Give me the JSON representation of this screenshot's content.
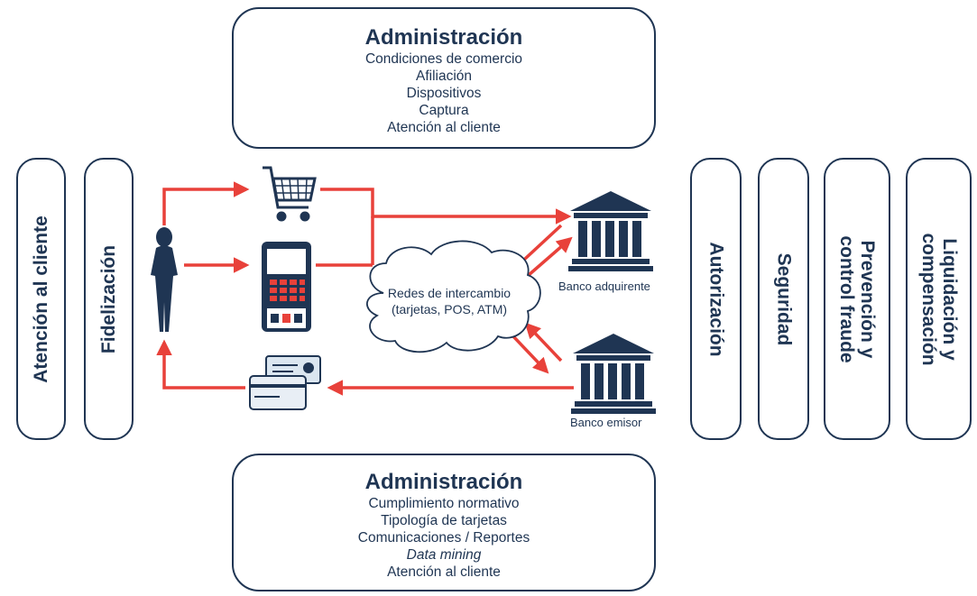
{
  "admin_top": {
    "title": "Administración",
    "items": [
      "Condiciones de comercio",
      "Afiliación",
      "Dispositivos",
      "Captura",
      "Atención al cliente"
    ]
  },
  "admin_bottom": {
    "title": "Administración",
    "items": [
      "Cumplimiento normativo",
      "Tipología de tarjetas",
      "Comunicaciones / Reportes",
      "Data mining",
      "Atención al cliente"
    ]
  },
  "left_pills": [
    "Atención al cliente",
    "Fidelización"
  ],
  "right_pills": {
    "autorizacion": "Autorización",
    "seguridad": "Seguridad",
    "prevencion_1": "Prevención y",
    "prevencion_2": "control fraude",
    "liquidacion_1": "Liquidación y",
    "liquidacion_2": "compensación"
  },
  "cloud": {
    "line1": "Redes de intercambio",
    "line2": "(tarjetas, POS, ATM)"
  },
  "banks": {
    "adquirente": "Banco adquirente",
    "emisor": "Banco emisor"
  },
  "icons": [
    "person-icon",
    "shopping-cart-icon",
    "pos-terminal-icon",
    "card-printer-icon",
    "bank-icon"
  ],
  "colors": {
    "navy": "#1f3553",
    "arrow": "#e8413a",
    "pos_accent": "#e8413a"
  }
}
